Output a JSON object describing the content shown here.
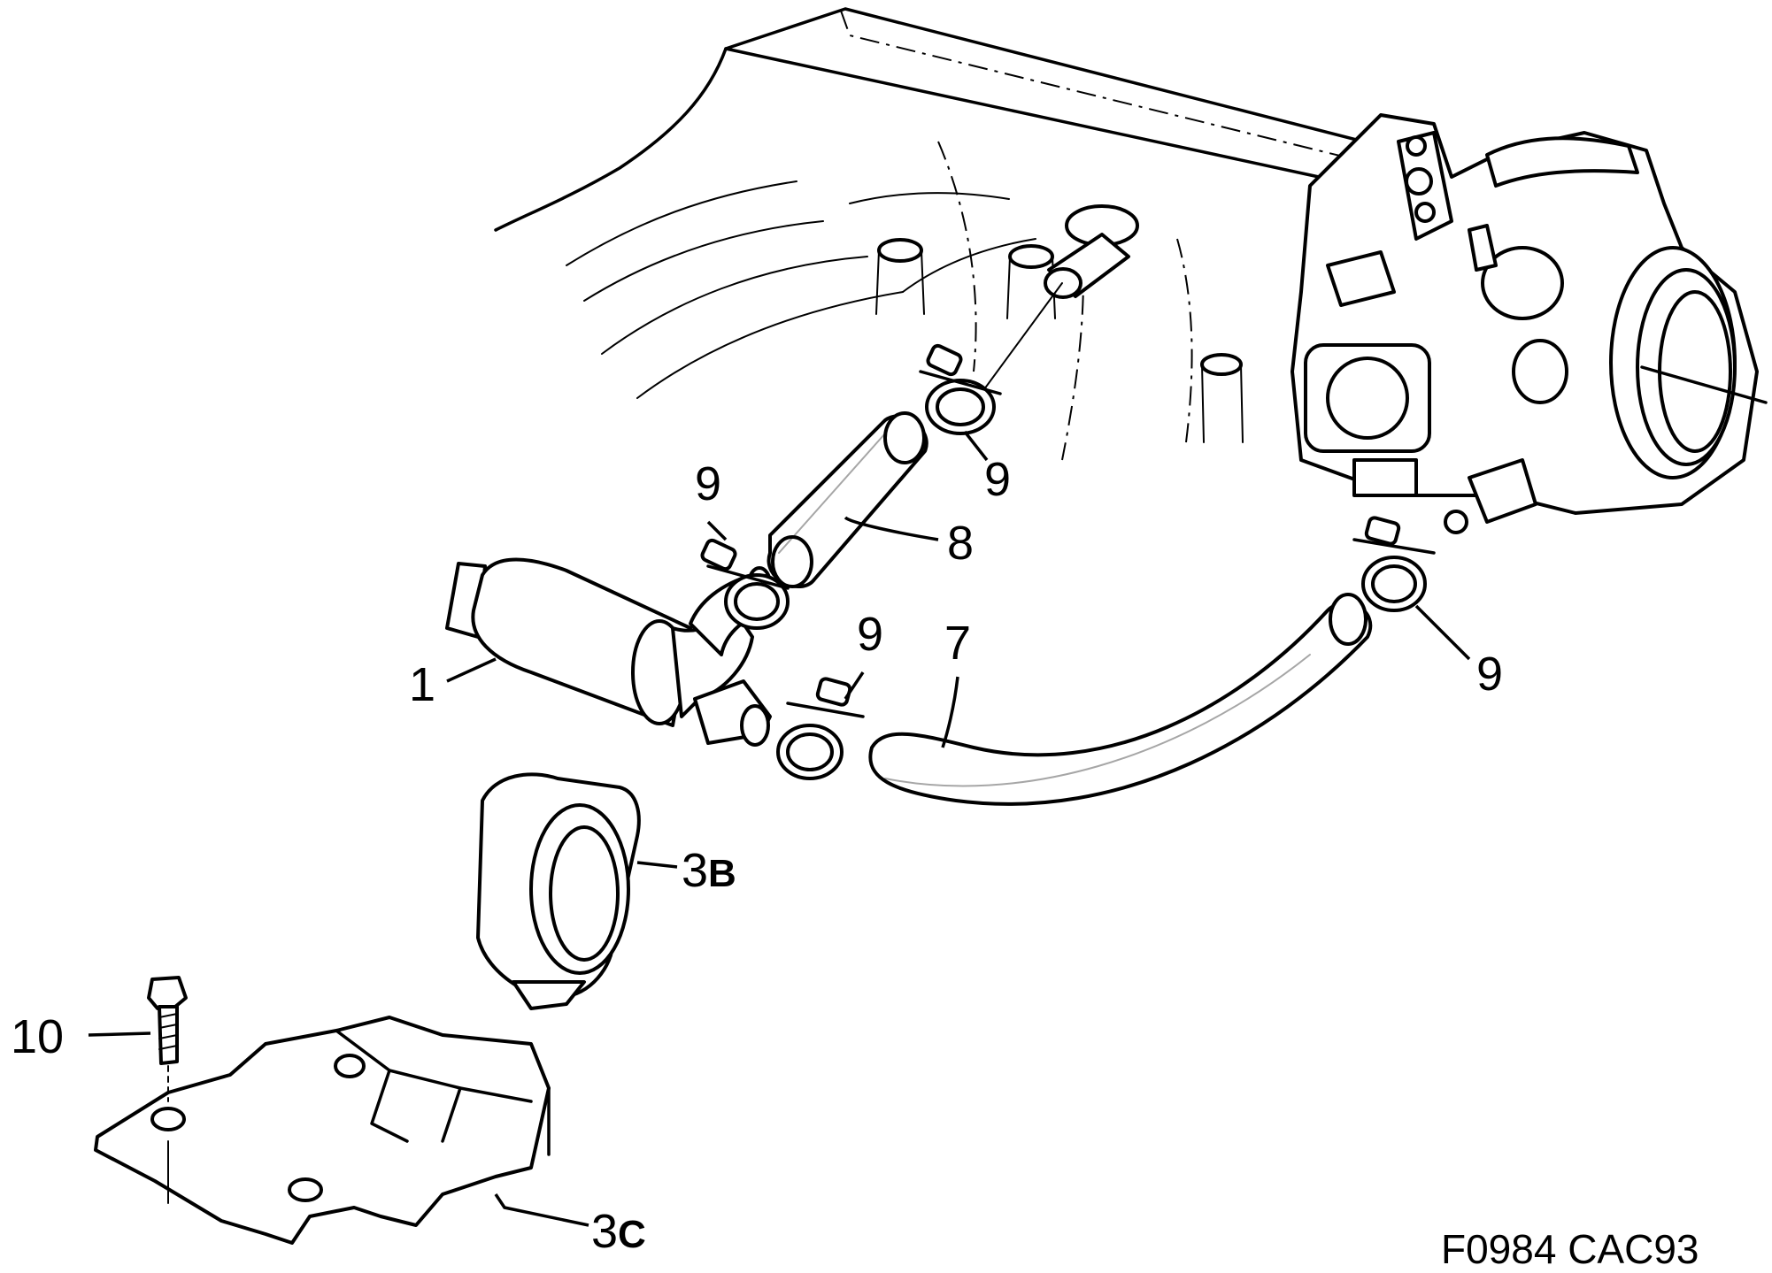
{
  "diagram": {
    "drawing_code": "F0984 CAC93",
    "callouts": {
      "pump": "1",
      "clamp_top_right": "9",
      "clamp_upper_left": "9",
      "hose_upper": "8",
      "clamp_lower_left": "9",
      "hose_lower": "7",
      "clamp_right": "9",
      "rubber_mount": "3",
      "rubber_mount_suffix": "B",
      "bracket": "3",
      "bracket_suffix": "C",
      "bolt": "10"
    }
  }
}
